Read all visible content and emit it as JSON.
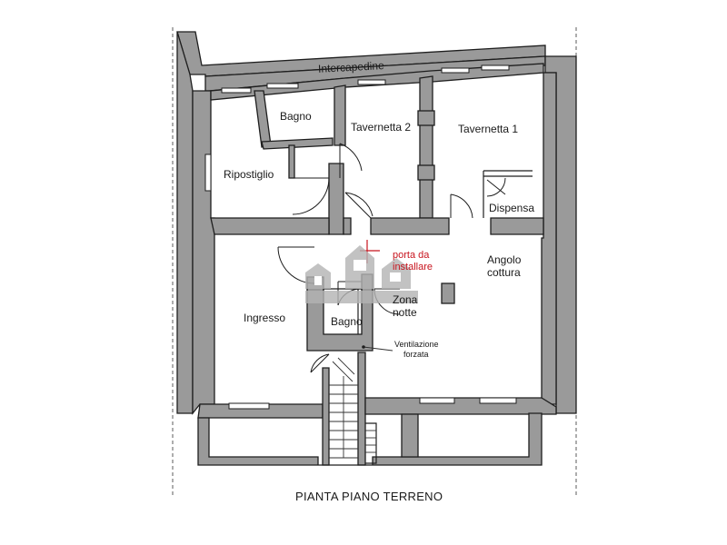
{
  "drawing": {
    "title": "PIANTA PIANO TERRENO",
    "rooms": {
      "intercapedine": "Intercapedine",
      "bagno_top": "Bagno",
      "tavernetta_2": "Tavernetta 2",
      "tavernetta_1": "Tavernetta 1",
      "ripostiglio": "Ripostiglio",
      "dispensa": "Dispensa",
      "angolo_cottura_1": "Angolo",
      "angolo_cottura_2": "cottura",
      "ingresso": "Ingresso",
      "zona_notte_1": "Zona",
      "zona_notte_2": "notte",
      "bagno_bottom": "Bagno"
    },
    "annotations": {
      "porta_1": "porta da",
      "porta_2": "installare",
      "ventilazione_1": "Ventilazione",
      "ventilazione_2": "forzata"
    },
    "colors": {
      "wall_fill": "#9a9a9a",
      "annotation_red": "#c8141e",
      "watermark": "#b4b4b4"
    }
  }
}
